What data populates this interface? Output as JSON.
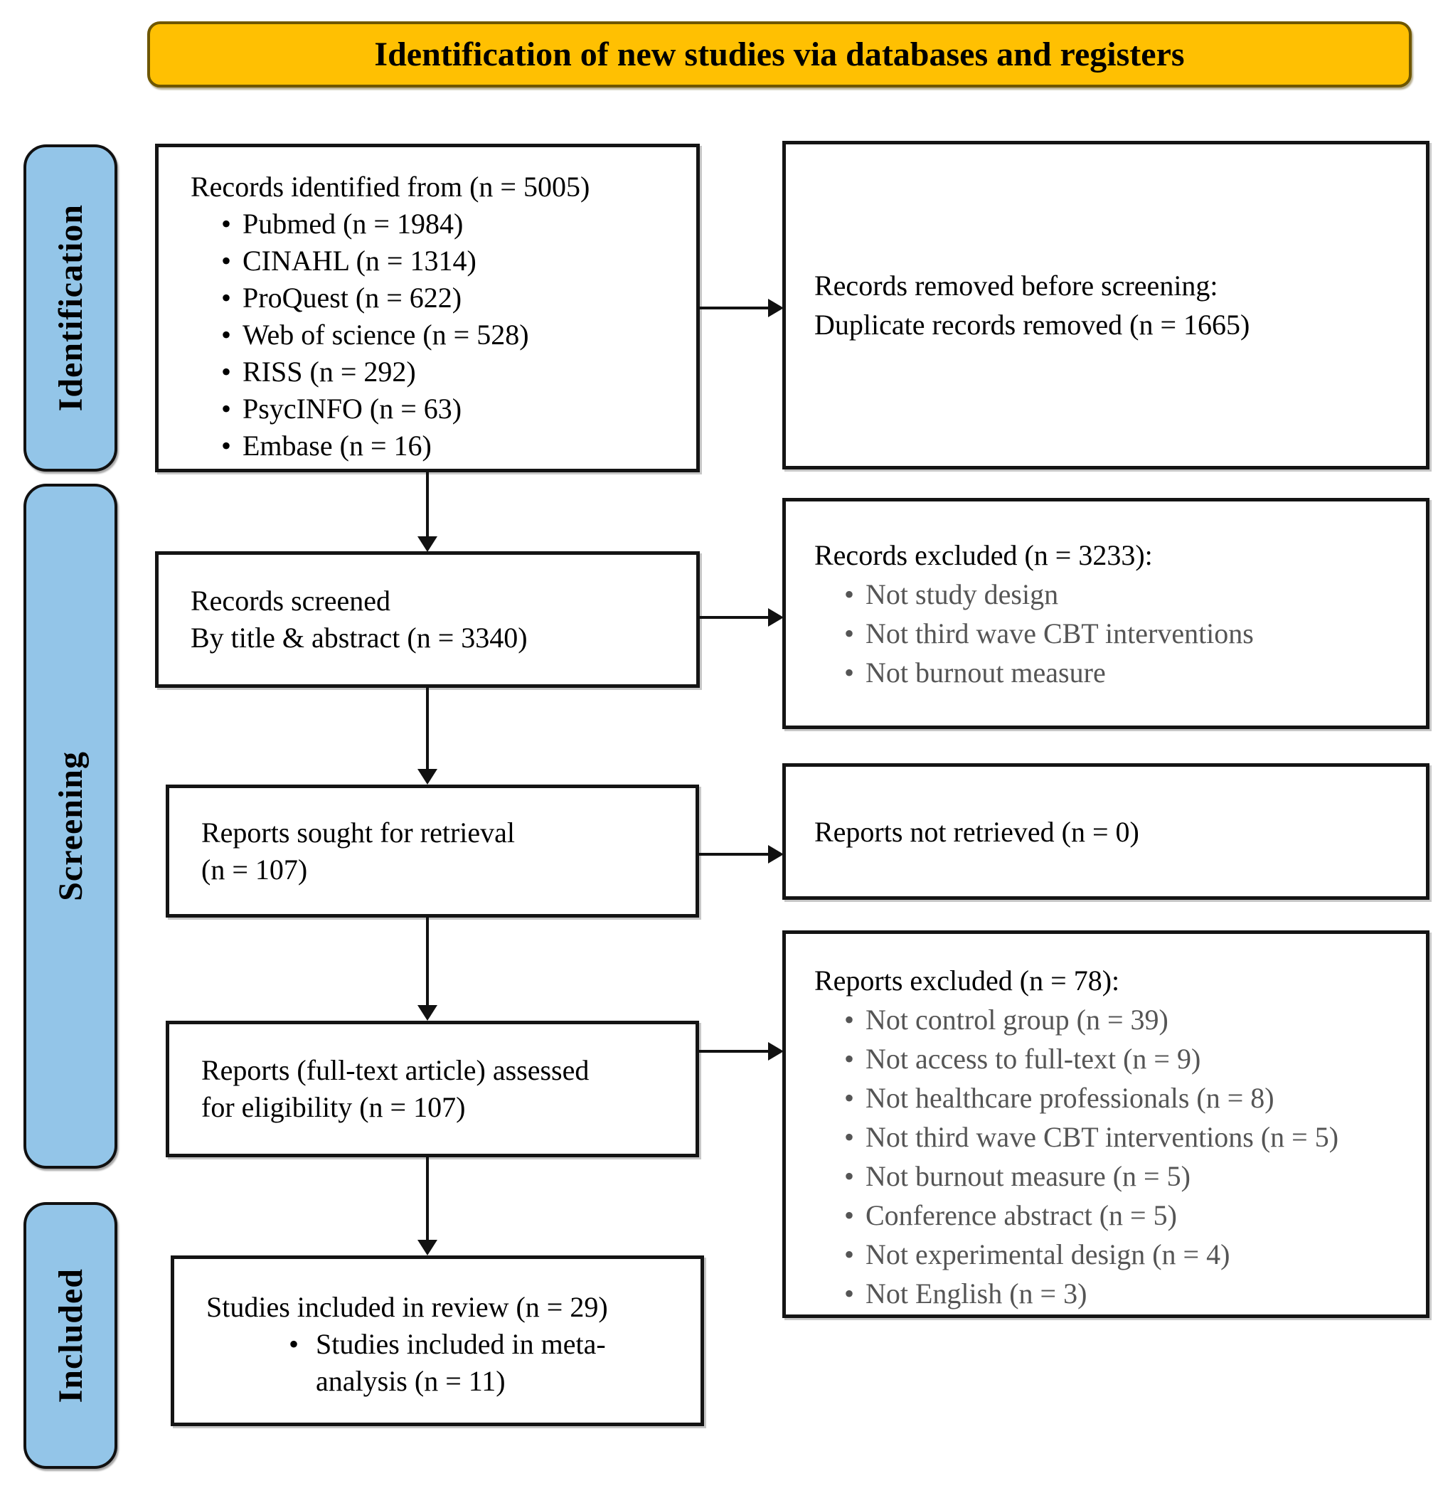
{
  "title": "Identification of new studies via databases and registers",
  "stages": {
    "identification": "Identification",
    "screening": "Screening",
    "included": "Included"
  },
  "boxes": {
    "identified": {
      "title": "Records identified from (n = 5005)",
      "bullets": [
        "Pubmed (n = 1984)",
        "CINAHL (n = 1314)",
        "ProQuest (n = 622)",
        "Web of science (n = 528)",
        "RISS (n = 292)",
        "PsycINFO (n = 63)",
        "Embase (n = 16)"
      ]
    },
    "removed": {
      "line1": "Records removed before screening:",
      "line2": "Duplicate records removed (n = 1665)"
    },
    "screened": {
      "line1": "Records screened",
      "line2": "By title & abstract (n = 3340)"
    },
    "records_excluded": {
      "title": "Records excluded (n = 3233):",
      "bullets": [
        "Not study design",
        "Not third wave CBT interventions",
        "Not burnout measure"
      ]
    },
    "sought": {
      "line1": "Reports sought for retrieval",
      "line2": "(n = 107)"
    },
    "not_retrieved": {
      "line1": "Reports not retrieved (n = 0)"
    },
    "assessed": {
      "line1": "Reports (full-text article) assessed",
      "line2": "for eligibility (n = 107)"
    },
    "reports_excluded": {
      "title": "Reports excluded (n = 78):",
      "bullets": [
        "Not control group (n = 39)",
        "Not access to full-text (n = 9)",
        "Not healthcare professionals (n = 8)",
        "Not third wave CBT interventions (n = 5)",
        "Not burnout measure (n = 5)",
        "Conference abstract (n = 5)",
        "Not experimental design (n = 4)",
        "Not English (n = 3)"
      ]
    },
    "included_studies": {
      "title": "Studies included in review (n = 29)",
      "bullets": [
        "Studies included in meta-analysis (n = 11)"
      ]
    }
  },
  "colors": {
    "banner_bg": "#FFC002",
    "banner_border": "#6e5600",
    "stage_bg": "#93C5E8",
    "box_border": "#141414",
    "excluded_bullet_text": "#555555"
  }
}
